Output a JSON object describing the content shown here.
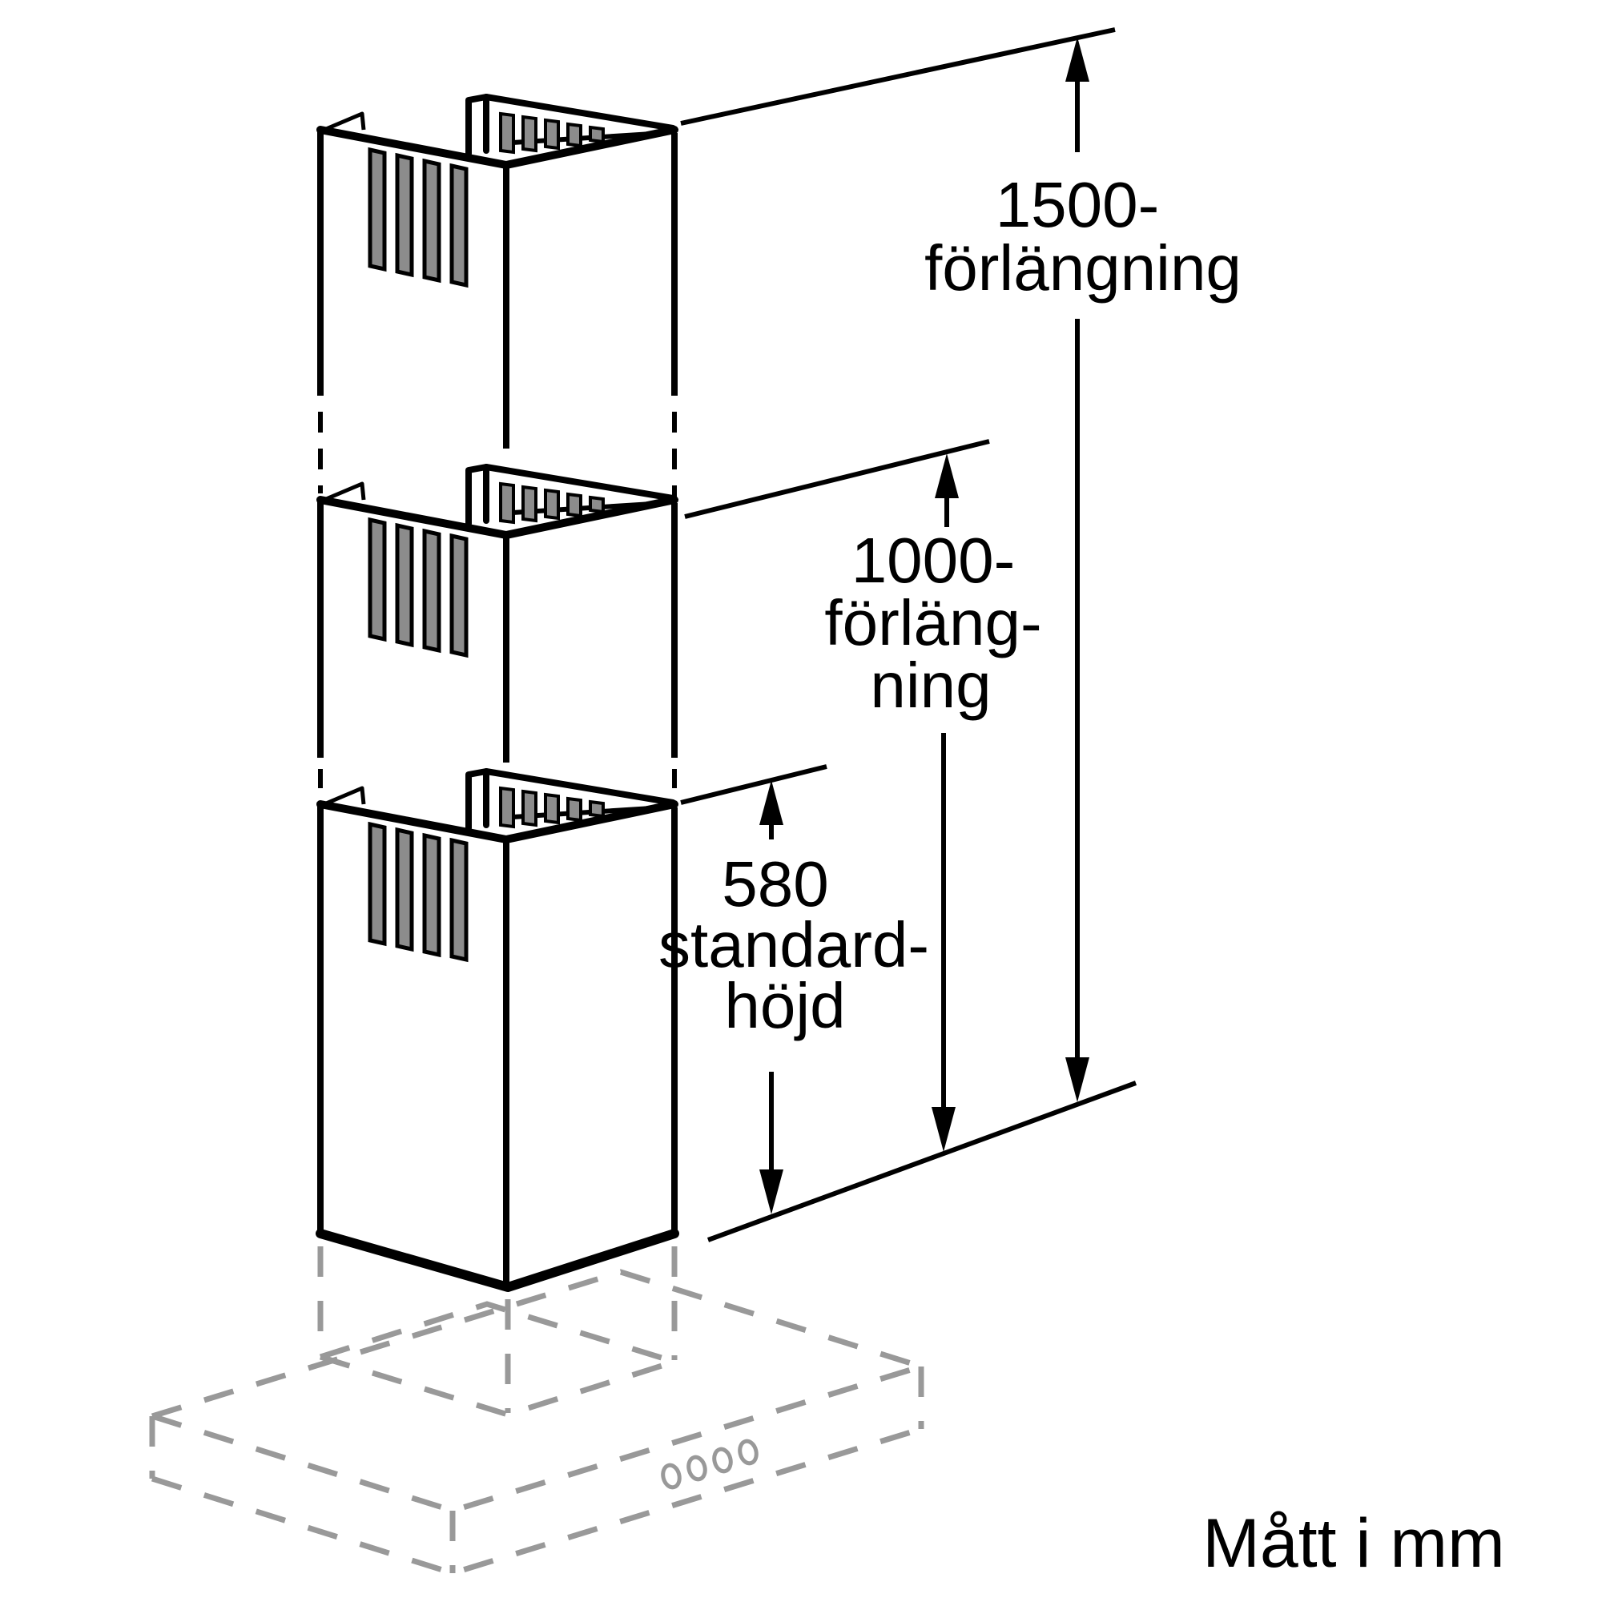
{
  "diagram": {
    "kind": "technical-dimension-drawing",
    "subject": "chimney-extension-for-wall-hood",
    "units_note": "Mått i mm",
    "labels": {
      "ext1500": {
        "value": "1500",
        "lines": [
          "1500-",
          "förlängning"
        ]
      },
      "ext1000": {
        "value": "1000",
        "lines": [
          "1000-",
          "förläng-",
          "ning"
        ]
      },
      "std580": {
        "value": "580",
        "lines": [
          "580",
          "standard-",
          "höjd"
        ]
      }
    },
    "colors": {
      "line": "#000000",
      "hidden_gray": "#999999",
      "slat_fill": "#8C8C8C",
      "background": "#FFFFFF"
    }
  }
}
